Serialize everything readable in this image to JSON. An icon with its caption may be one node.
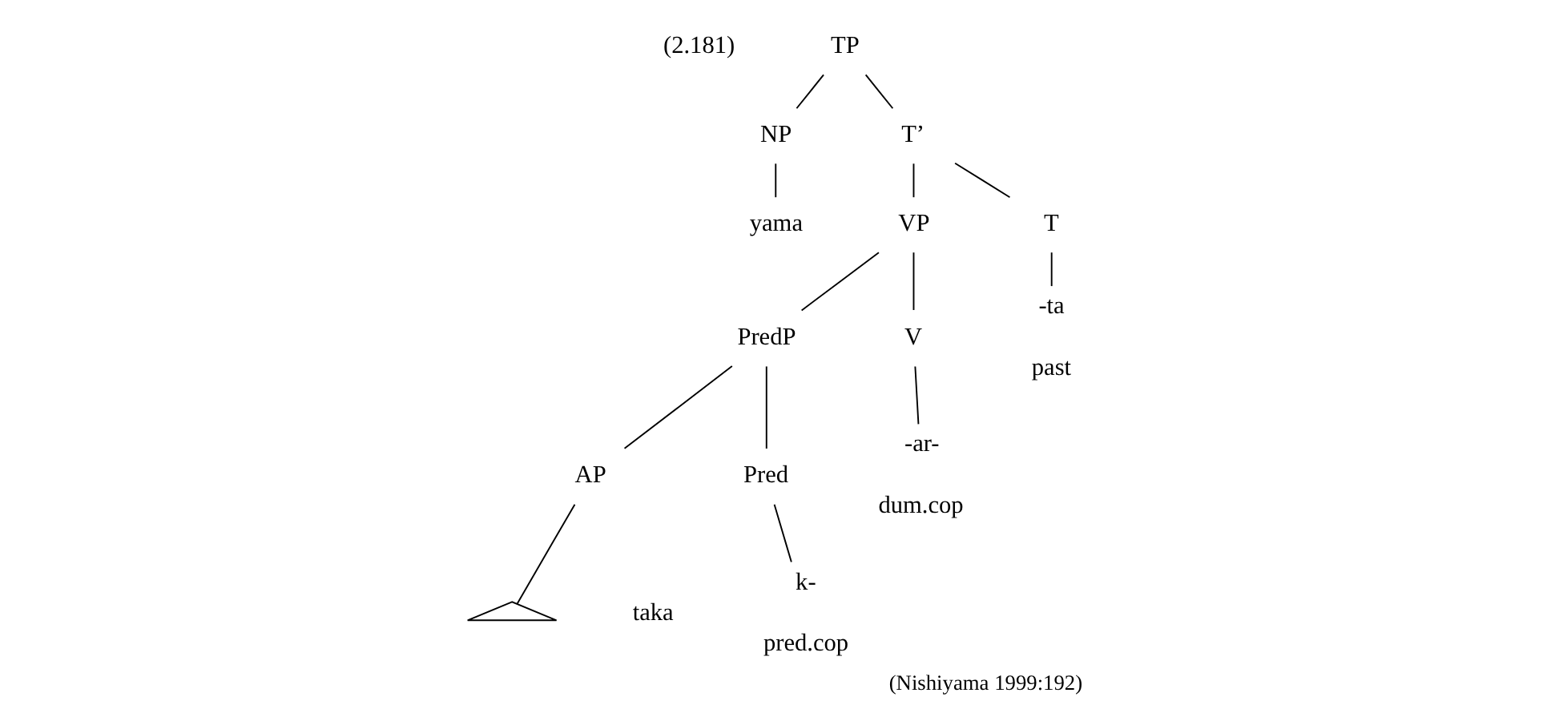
{
  "diagram": {
    "caption": "(Nishiyama 1999:192)",
    "nodes": [
      {
        "text": [
          "TP"
        ]
      },
      {
        "text": [
          "NP"
        ]
      },
      {
        "text": [
          "T’"
        ]
      },
      {
        "text": [
          "yama"
        ]
      },
      {
        "text": [
          "VP"
        ]
      },
      {
        "text": [
          "T"
        ]
      },
      {
        "text": [
          "PredP"
        ]
      },
      {
        "text": [
          "V"
        ]
      },
      {
        "text": [
          "-ta"
        ],
        "beside": [
          "past"
        ]
      },
      {
        "text": [
          "AP"
        ]
      },
      {
        "text": [
          "Pred"
        ]
      },
      {
        "text": [
          "-ar-"
        ],
        "beside": [
          "dum.cop"
        ]
      },
      {
        "text": [],
        "shape": "triangle",
        "beside": [
          "taka"
        ]
      },
      {
        "text": [
          "k-"
        ],
        "beside": [
          "pred.cop"
        ]
      }
    ],
    "edges": [
      {
        "from": 0,
        "to": 1,
        "arrow": "none"
      },
      {
        "from": 0,
        "to": 2,
        "arrow": "none"
      },
      {
        "from": 1,
        "to": 3,
        "arrow": "none"
      },
      {
        "from": 2,
        "to": 4,
        "arrow": "none"
      },
      {
        "from": 2,
        "to": 5,
        "arrow": "none"
      },
      {
        "from": 5,
        "to": 8,
        "arrow": "none"
      },
      {
        "from": 4,
        "to": 6,
        "arrow": "none"
      },
      {
        "from": 4,
        "to": 7,
        "arrow": "none"
      },
      {
        "from": 7,
        "to": 11,
        "arrow": "none"
      },
      {
        "from": 6,
        "to": 9,
        "arrow": "none"
      },
      {
        "from": 6,
        "to": 10,
        "arrow": "none"
      },
      {
        "from": 10,
        "to": 13,
        "arrow": "none"
      },
      {
        "from": 9,
        "to": 12,
        "arrow": "none"
      }
    ],
    "labels": [
      "(2.181)"
    ]
  }
}
